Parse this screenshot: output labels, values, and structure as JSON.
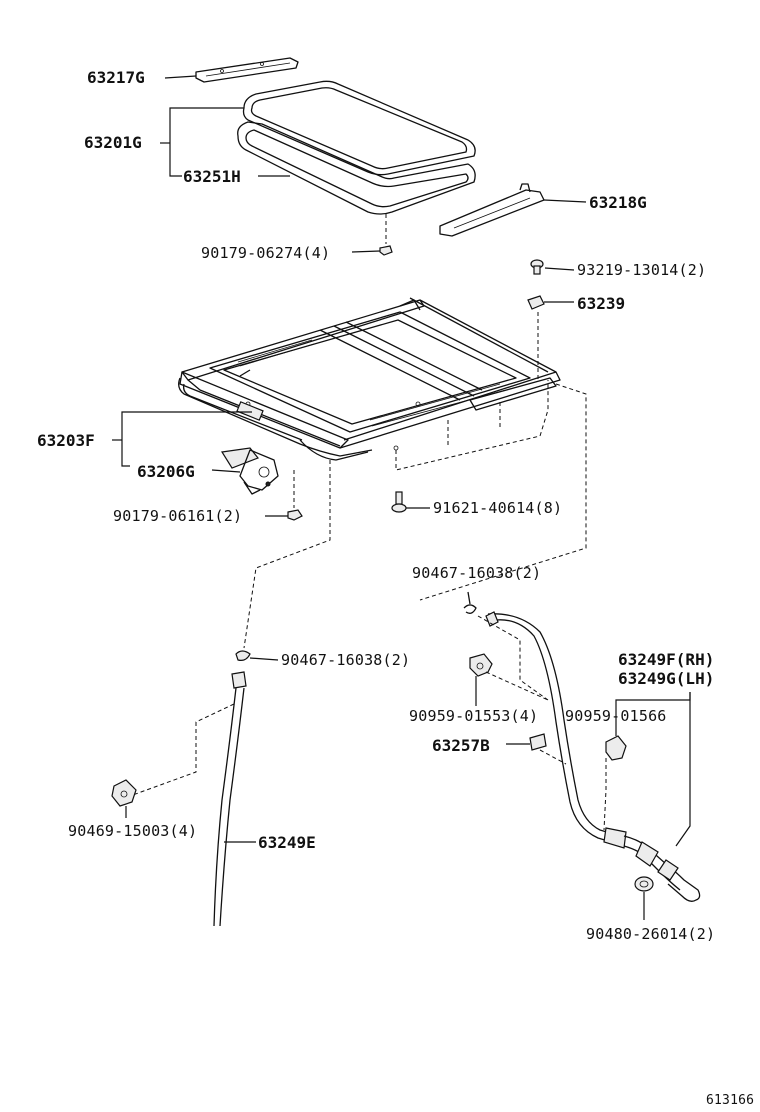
{
  "labels": {
    "p63217G": "63217G",
    "p63201G": "63201G",
    "p63251H": "63251H",
    "p63218G": "63218G",
    "p90179_06274": "90179-06274(4)",
    "p93219_13014": "93219-13014(2)",
    "p63239": "63239",
    "p63203F": "63203F",
    "p63206G": "63206G",
    "p90179_06161": "90179-06161(2)",
    "p91621_40614": "91621-40614(8)",
    "p90467_16038_a": "90467-16038(2)",
    "p90467_16038_b": "90467-16038(2)",
    "p63249F": "63249F(RH)",
    "p63249G": "63249G(LH)",
    "p90959_01553": "90959-01553(4)",
    "p90959_01566": "90959-01566",
    "p63257B": "63257B",
    "p90469_15003": "90469-15003(4)",
    "p63249E": "63249E",
    "p90480_26014": "90480-26014(2)"
  },
  "figure_id": "613166"
}
